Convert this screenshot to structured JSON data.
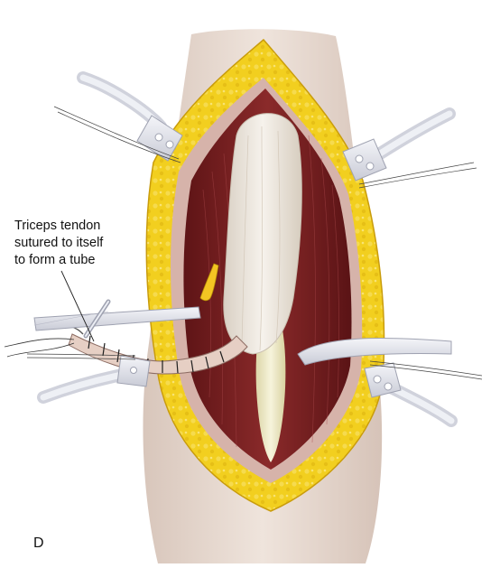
{
  "annotation": {
    "lines": [
      "Triceps tendon",
      "sutured to itself",
      "to form a tube"
    ]
  },
  "panel": {
    "letter": "D"
  },
  "colors": {
    "skin": "#e9dcd3",
    "fat": "#f2cf1f",
    "muscle": "#7d1f22",
    "tendon": "#ece6db",
    "bone": "#f1edc9",
    "retractor": "#e2e3ea"
  },
  "icons": [
    "retractor-icon",
    "forceps-icon",
    "suture-needle-icon"
  ]
}
